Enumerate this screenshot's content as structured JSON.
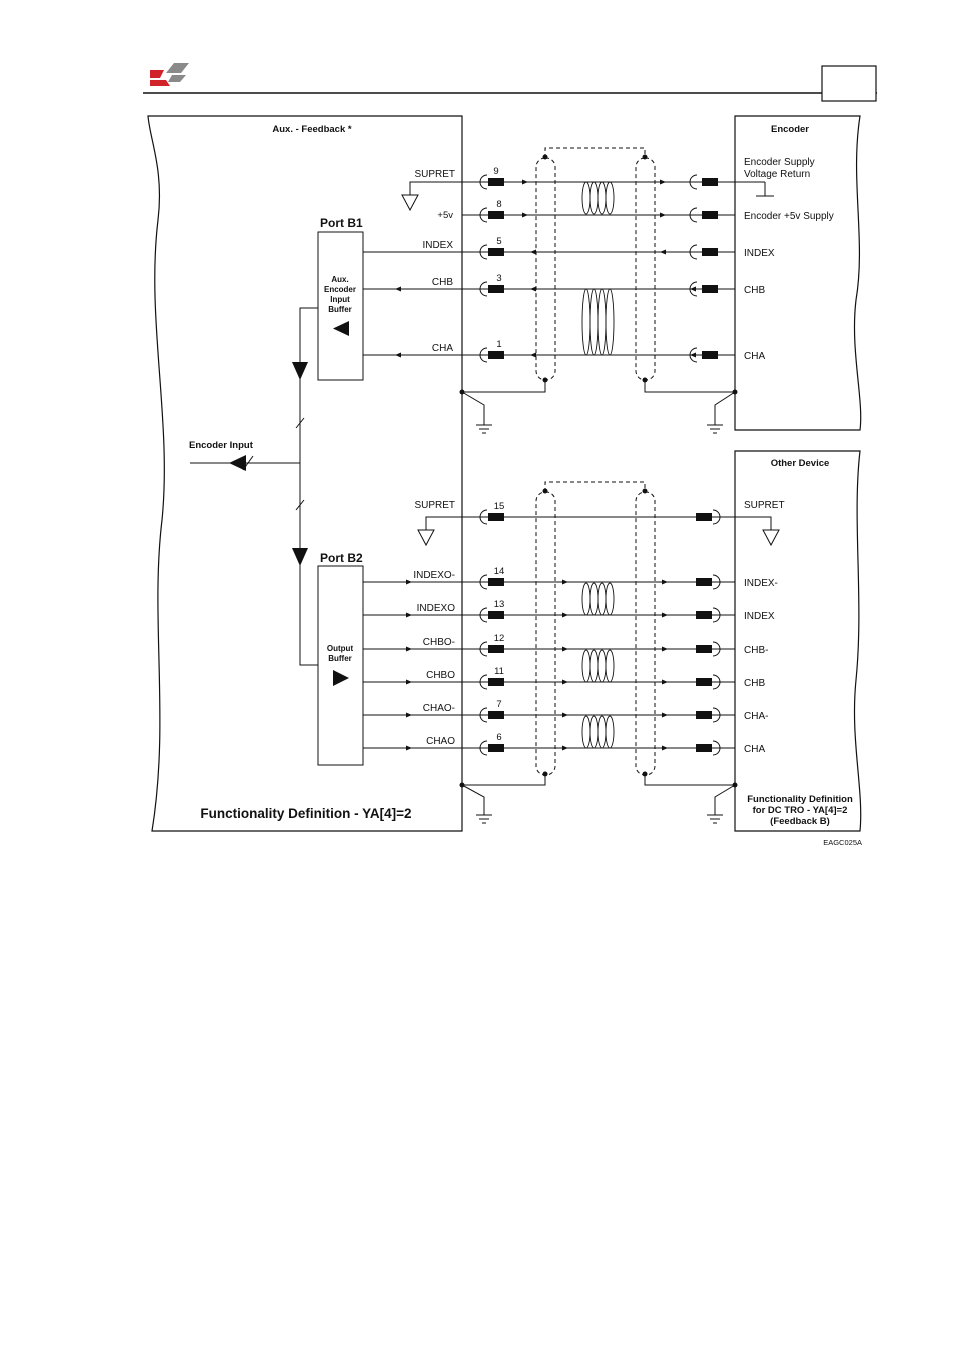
{
  "header": {
    "logo_icon": "company-logo",
    "page_number": ""
  },
  "colors": {
    "logo_red": "#d1232a",
    "logo_gray": "#8a8a8a",
    "line": "#111111"
  },
  "left_panel": {
    "title": "Aux. - Feedback *",
    "footer": "Functionality Definition - YA[4]=2",
    "encoder_input_label": "Encoder Input",
    "port_b1": {
      "label": "Port B1",
      "buffer_label": [
        "Aux.",
        "Encoder",
        "Input",
        "Buffer"
      ]
    },
    "port_b2": {
      "label": "Port B2",
      "buffer_label": [
        "Output",
        "Buffer"
      ]
    },
    "signals_top": [
      {
        "name": "SUPRET",
        "pin": "9"
      },
      {
        "name": "+5v",
        "pin": "8"
      },
      {
        "name": "INDEX",
        "pin": "5"
      },
      {
        "name": "CHB",
        "pin": "3"
      },
      {
        "name": "CHA",
        "pin": "1"
      }
    ],
    "signals_bottom": [
      {
        "name": "SUPRET",
        "pin": "15"
      },
      {
        "name": "INDEXO-",
        "pin": "14"
      },
      {
        "name": "INDEXO",
        "pin": "13"
      },
      {
        "name": "CHBO-",
        "pin": "12"
      },
      {
        "name": "CHBO",
        "pin": "11"
      },
      {
        "name": "CHAO-",
        "pin": "7"
      },
      {
        "name": "CHAO",
        "pin": "6"
      }
    ]
  },
  "encoder_panel": {
    "title": "Encoder",
    "signals": [
      "Encoder Supply\nVoltage Return",
      "Encoder +5v Supply",
      "INDEX",
      "CHB",
      "CHA"
    ]
  },
  "other_device_panel": {
    "title": "Other Device",
    "signals": [
      "SUPRET",
      "INDEX-",
      "INDEX",
      "CHB-",
      "CHB",
      "CHA-",
      "CHA"
    ],
    "footer": [
      "Functionality Definition",
      "for DC TRO - YA[4]=2",
      "(Feedback B)"
    ]
  },
  "figure_code": "EAGC025A"
}
